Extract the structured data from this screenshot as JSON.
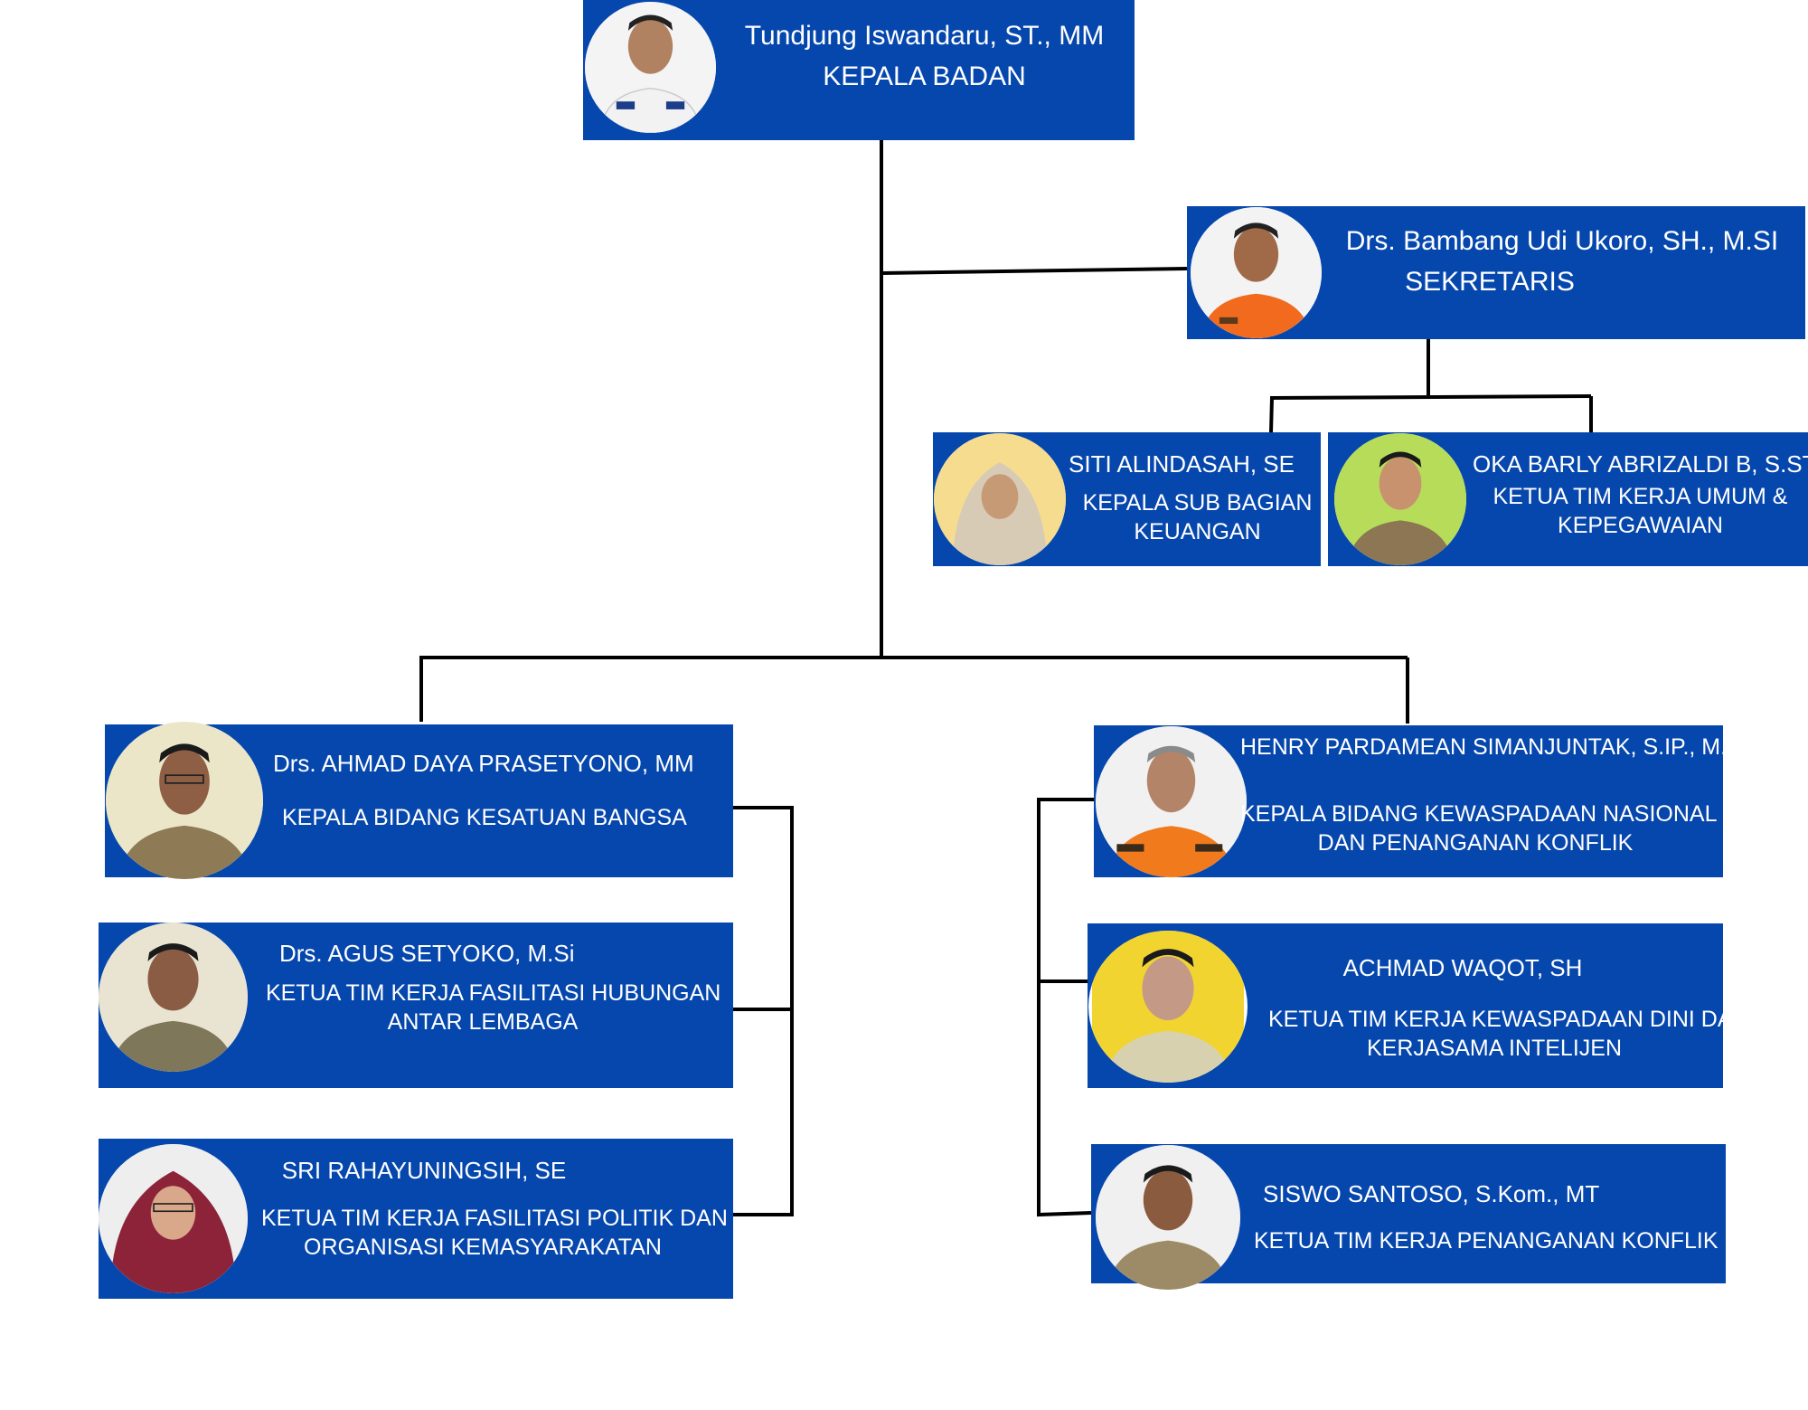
{
  "colors": {
    "box": "#0647ad",
    "line": "#000000",
    "text": "#ffffff"
  },
  "head": {
    "name": "Tundjung Iswandaru, ST., MM",
    "role": "KEPALA BADAN"
  },
  "secretary": {
    "name": "Drs. Bambang Udi Ukoro, SH., M.SI",
    "role": "SEKRETARIS"
  },
  "finance": {
    "name": "SITI ALINDASAH, SE",
    "role_1": "KEPALA SUB BAGIAN",
    "role_2": "KEUANGAN"
  },
  "general": {
    "name": "OKA BARLY ABRIZALDI B, S.STP",
    "role_1": "KETUA TIM KERJA UMUM &",
    "role_2": "KEPEGAWAIAN"
  },
  "unity_head": {
    "name": "Drs. AHMAD DAYA PRASETYONO, MM",
    "role": "KEPALA BIDANG KESATUAN BANGSA"
  },
  "inter_agency": {
    "name": "Drs. AGUS SETYOKO, M.Si",
    "role_1": "KETUA TIM KERJA FASILITASI HUBUNGAN",
    "role_2": "ANTAR LEMBAGA"
  },
  "politics": {
    "name": "SRI RAHAYUNINGSIH, SE",
    "role_1": "KETUA TIM KERJA FASILITASI POLITIK DAN",
    "role_2": "ORGANISASI KEMASYARAKATAN"
  },
  "vigilance_head": {
    "name": "HENRY PARDAMEAN SIMANJUNTAK, S.IP., M.M",
    "role_1": "KEPALA BIDANG KEWASPADAAN NASIONAL",
    "role_2": "DAN PENANGANAN KONFLIK"
  },
  "early_warning": {
    "name": "ACHMAD WAQOT, SH",
    "role_1": "KETUA TIM KERJA KEWASPADAAN DINI DAN",
    "role_2": "KERJASAMA INTELIJEN"
  },
  "conflict": {
    "name": "SISWO SANTOSO, S.Kom., MT",
    "role": "KETUA TIM KERJA PENANGANAN KONFLIK"
  }
}
